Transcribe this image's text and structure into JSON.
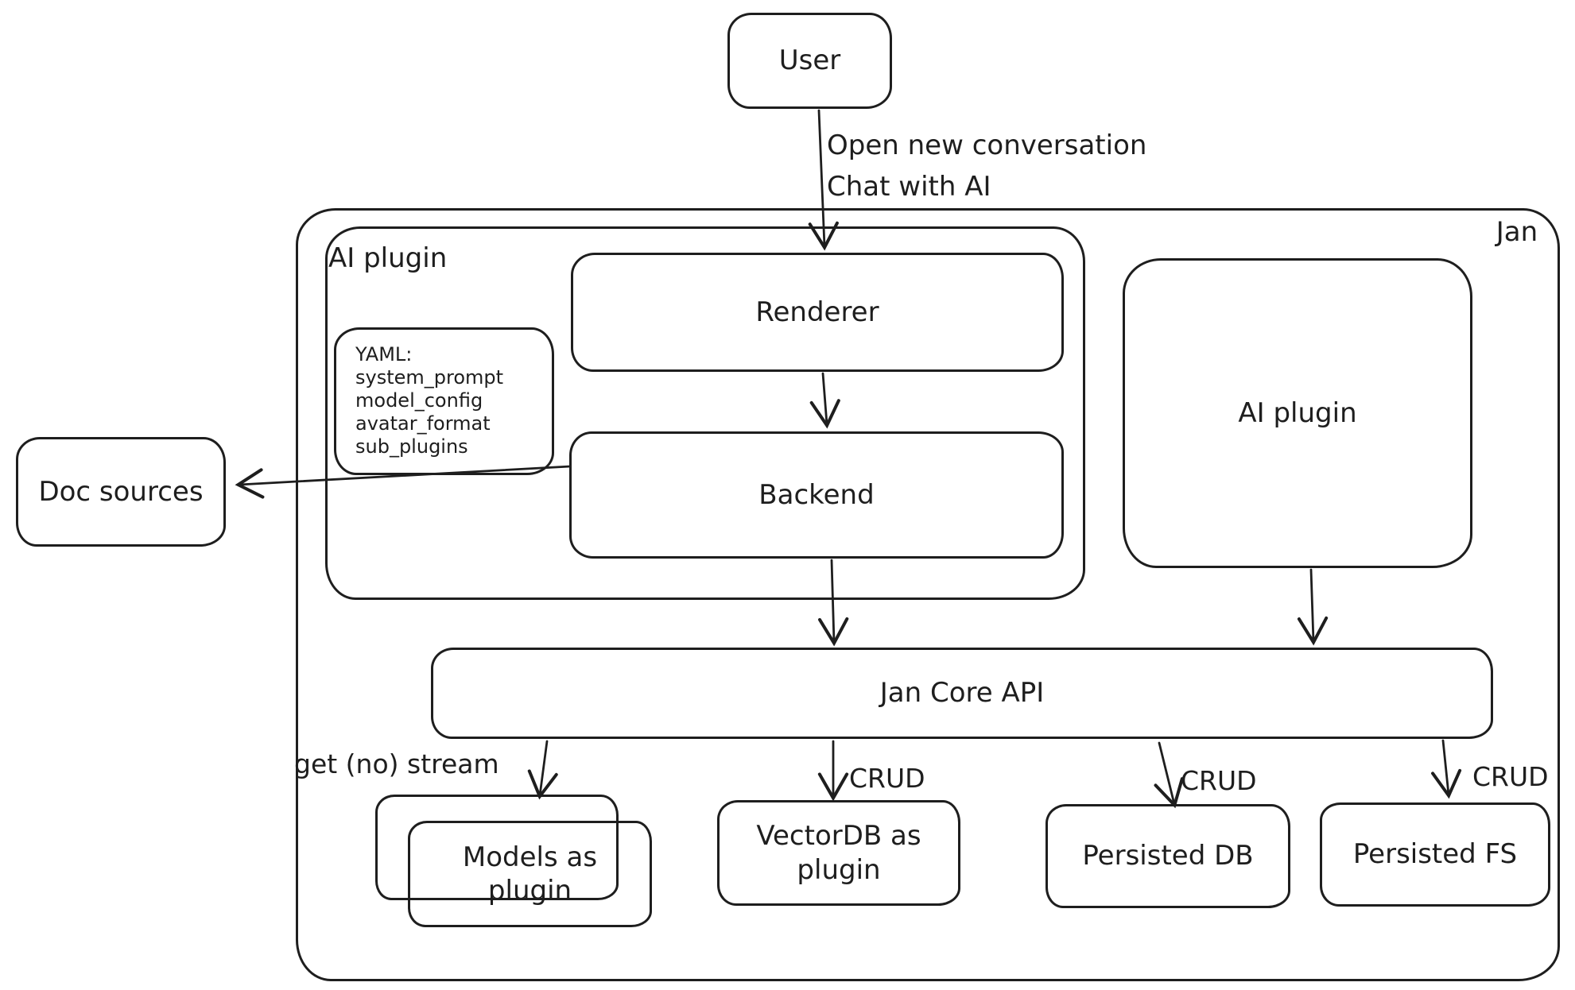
{
  "diagram": {
    "stroke_color": "#1e1e1e",
    "background_color": "#ffffff",
    "style": "hand-drawn sketch (excalidraw-like)"
  },
  "nodes": {
    "user": {
      "label": "User"
    },
    "jan_container": {
      "label": "Jan"
    },
    "ai_plugin_container": {
      "label": "AI plugin"
    },
    "renderer": {
      "label": "Renderer"
    },
    "backend": {
      "label": "Backend"
    },
    "yaml_note": {
      "lines": [
        "YAML:",
        "system_prompt",
        "model_config",
        "avatar_format",
        "sub_plugins"
      ]
    },
    "ai_plugin": {
      "label": "AI plugin"
    },
    "doc_sources": {
      "label": "Doc sources"
    },
    "jan_core_api": {
      "label": "Jan Core API"
    },
    "models_as_plugin": {
      "label": "Models as plugin"
    },
    "vectordb_as_plugin": {
      "label": "VectorDB as plugin"
    },
    "persisted_db": {
      "label": "Persisted DB"
    },
    "persisted_fs": {
      "label": "Persisted FS"
    }
  },
  "edge_labels": {
    "user_to_renderer_line1": "Open new conversation",
    "user_to_renderer_line2": "Chat with AI",
    "jan_core_to_models": "get (no) stream",
    "jan_core_to_vectordb": "CRUD",
    "jan_core_to_persisted_db": "CRUD",
    "jan_core_to_persisted_fs": "CRUD"
  }
}
